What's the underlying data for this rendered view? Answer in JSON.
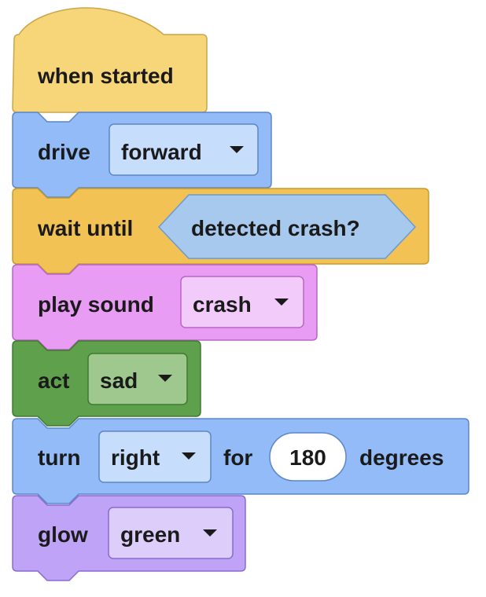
{
  "colors": {
    "events": "#f7d67a",
    "motion": "#92bbf7",
    "control": "#f3c254",
    "sensing_reporter": "#a7c9ee",
    "sound": "#e99cf4",
    "looks_act": "#5fa04c",
    "looks_glow": "#bfa3f6"
  },
  "blocks": [
    {
      "id": "when-started",
      "label": "when started"
    },
    {
      "id": "drive",
      "label": "drive",
      "dropdown": "forward"
    },
    {
      "id": "wait-until",
      "label": "wait until",
      "condition": "detected crash?"
    },
    {
      "id": "play-sound",
      "label": "play sound",
      "dropdown": "crash"
    },
    {
      "id": "act",
      "label": "act",
      "dropdown": "sad"
    },
    {
      "id": "turn",
      "label": "turn",
      "dropdown": "right",
      "mid_label": "for",
      "number": "180",
      "tail_label": "degrees"
    },
    {
      "id": "glow",
      "label": "glow",
      "dropdown": "green"
    }
  ],
  "icons": {
    "dropdown": "caret-down-icon"
  }
}
